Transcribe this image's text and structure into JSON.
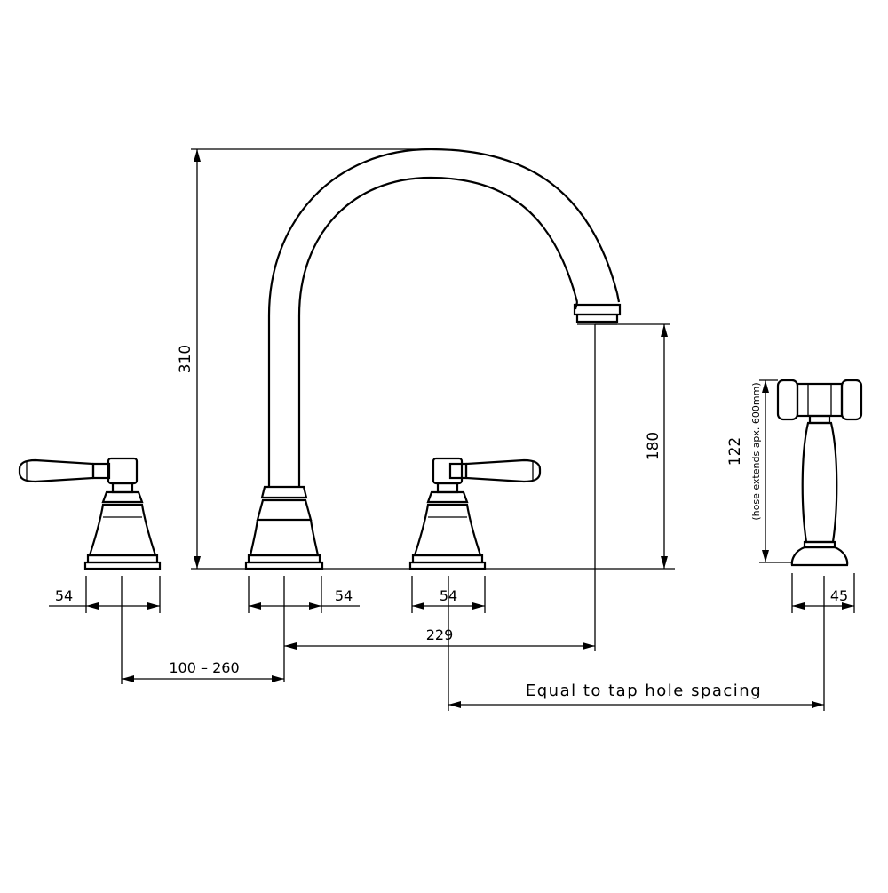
{
  "dimensions": {
    "height_total": "310",
    "height_spout": "180",
    "width_left_handle": "54",
    "width_spout_base": "54",
    "width_right_handle": "54",
    "spout_reach": "229",
    "tap_hole_range": "100 – 260",
    "spray_height": "122",
    "spray_hose_note": "(hose extends apx. 600mm)",
    "spray_base_width": "45",
    "spray_spacing": "Equal to tap hole spacing"
  }
}
